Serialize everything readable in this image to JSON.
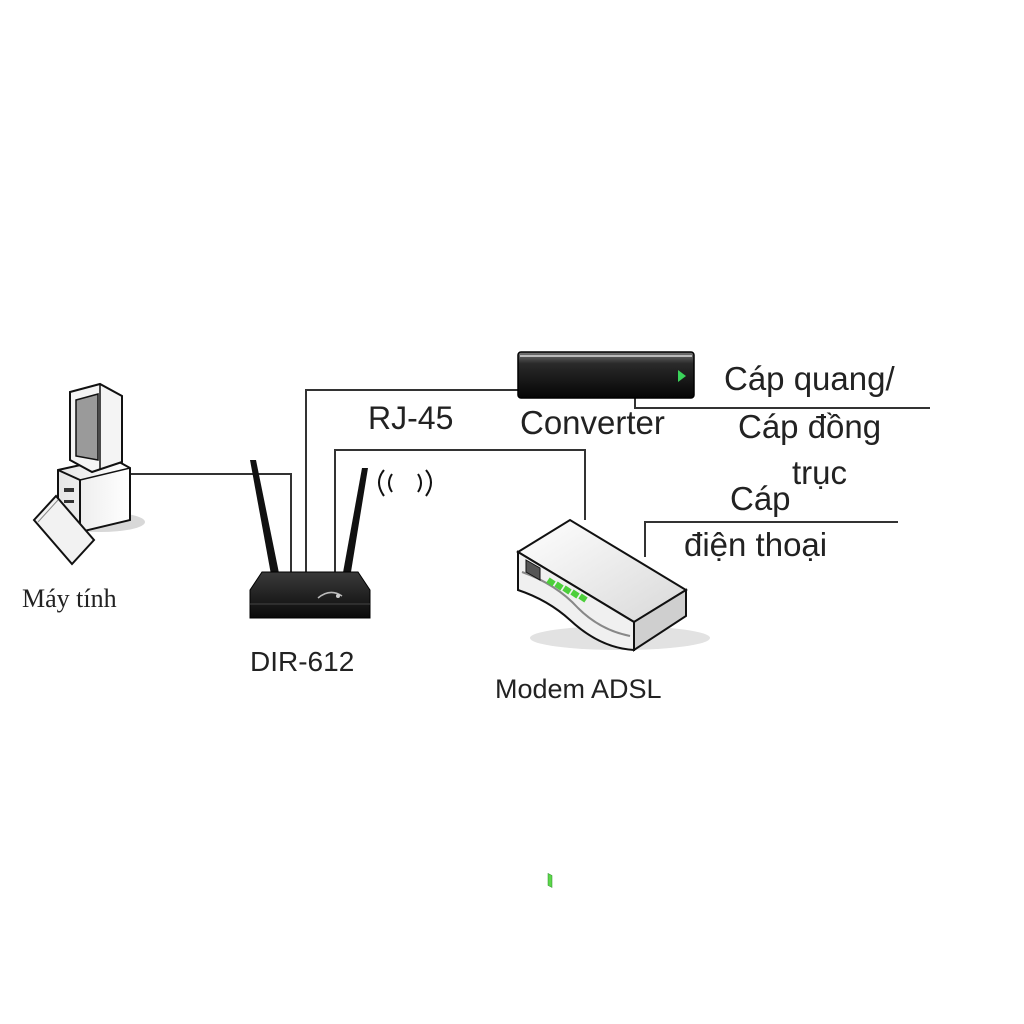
{
  "labels": {
    "computer": "Máy tính",
    "router": "DIR-612",
    "rj45": "RJ-45",
    "converter": "Converter",
    "modem": "Modem ADSL",
    "fiber_line1": "Cáp quang/",
    "fiber_line2": "Cáp đồng",
    "fiber_line3": "trục",
    "phone_line1": "Cáp",
    "phone_line2": "điện thoại"
  },
  "wifi_symbol": "wifi-signal-icon"
}
